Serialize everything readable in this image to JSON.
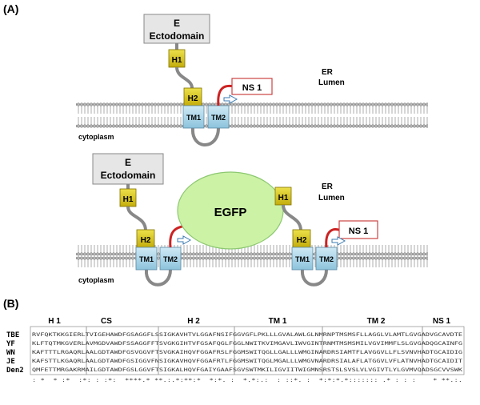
{
  "panel_a": {
    "label": "(A)",
    "top": {
      "ectodomain_line1": "E",
      "ectodomain_line2": "Ectodomain",
      "h1": "H1",
      "h2": "H2",
      "tm1": "TM1",
      "tm2": "TM2",
      "ns1": "NS 1",
      "lumen_line1": "ER",
      "lumen_line2": "Lumen",
      "cytoplasm": "cytoplasm"
    },
    "bottom": {
      "ectodomain_line1": "E",
      "ectodomain_line2": "Ectodomain",
      "egfp": "EGFP",
      "h1_left": "H1",
      "h2_left": "H2",
      "tm1_left": "TM1",
      "tm2_left": "TM2",
      "h1_right": "H1",
      "h2_right": "H2",
      "tm1_right": "TM1",
      "tm2_right": "TM2",
      "ns1": "NS 1",
      "lumen_line1": "ER",
      "lumen_line2": "Lumen",
      "cytoplasm": "cytoplasm"
    },
    "colors": {
      "helix": "#d8c418",
      "tm": "#a8d4e8",
      "linker": "#cc2222",
      "egfp": "#ccf2a6",
      "ectodomain": "#e6e6e6"
    }
  },
  "panel_b": {
    "label": "(B)",
    "regions": [
      "H 1",
      "CS",
      "H 2",
      "TM 1",
      "TM 2",
      "NS 1"
    ],
    "rows": [
      {
        "name": "TBE",
        "seq": "RVFQKTKKGIERLTVIGEHAWDFGSAGGFLSSIGKAVHTVLGGAFNSIFGGVGFLPKLLLGVALAWLGLNMRNPTMSMSFLLAGGLVLAMTLGVGADVGCAVDTE"
      },
      {
        "name": "YF",
        "seq": "KLFTQTMKGVERLAVMGDVAWDFSSAGGFFTSVGKGIHTVFGSAFQGLFGGLNWITKVIMGAVLIWVGINTRNMTMSMSMILVGVIMMFLSLGVGADQGCAINFG"
      },
      {
        "name": "WN",
        "seq": "KAFTTTLRGAQRLAALGDTAWDFGSVGGVFTSVGKAIHQVFGGAFRSLFGGMSWITQGLLGALLLWMGINARDRSIAMTFLAVGGVLLFLSVNVHADTGCAIDIG"
      },
      {
        "name": "JE",
        "seq": "KAFSTTLKGAQRLAALGDTAWDFGSIGGVFNSIGKAVHQVFGGAFRTLFGGMSWITQGLMGALLLWMGVNARDRSIALAFLATGGVLVFLATNVHADTGCAIDIT"
      },
      {
        "name": "Den2",
        "seq": "QMFETTMRGAKRMAILGDTAWDFGSLGGVFTSIGKALHQVFGAIYGAAFSGVSWTMKILIGVIITWIGMNSRSTSLSVSLVLVGIVTLYLGVMVQADSGCVVSWK"
      }
    ],
    "consensus": ": *  * :*  :*: : :*:  ****.* **.:.*:**:*  *:*. :  *.*:.:  : ::*. :  *:*:*.*::::::: .* : : :    * **.:."
  }
}
